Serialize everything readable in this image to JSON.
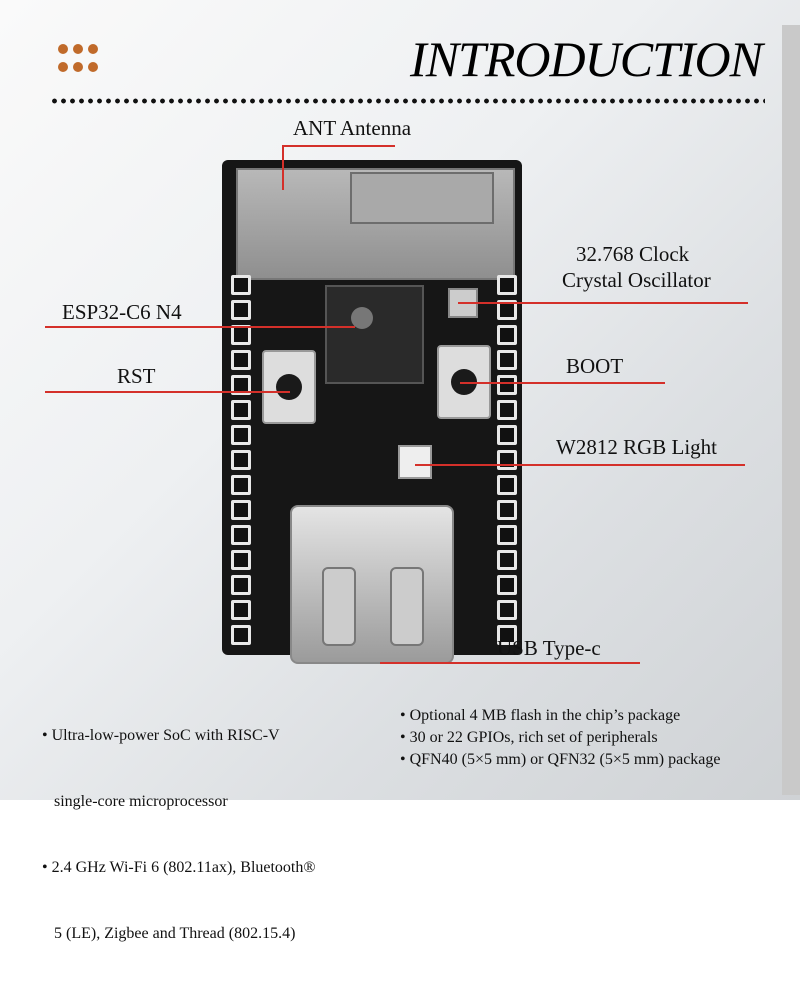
{
  "header": {
    "title": "INTRODUCTION"
  },
  "labels": {
    "antenna": "ANT Antenna",
    "clock_1": "32.768 Clock",
    "clock_2": "Crystal Oscillator",
    "chip": "ESP32-C6 N4",
    "rst": "RST",
    "boot": "BOOT",
    "rgb": "W2812 RGB Light",
    "usb": "USB Type-c"
  },
  "features_left": [
    "• Ultra-low-power SoC with RISC-V",
    "   single-core microprocessor",
    "• 2.4 GHz Wi-Fi 6 (802.11ax), Bluetooth®",
    "   5 (LE), Zigbee and Thread (802.15.4)"
  ],
  "features_right": [
    "• Optional 4 MB flash in the chip’s package",
    "• 30 or 22 GPIOs, rich set of peripherals",
    "• QFN40 (5×5 mm) or QFN32 (5×5 mm) package"
  ],
  "colors": {
    "accent": "#c06a2a",
    "leader": "#d4302a"
  }
}
